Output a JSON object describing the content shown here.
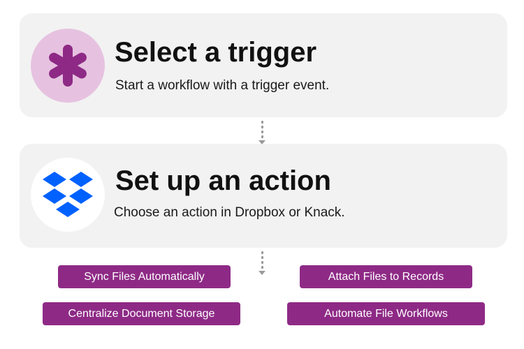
{
  "trigger_card": {
    "title": "Select a trigger",
    "subtitle": "Start a workflow with a trigger event.",
    "icon": "knack-asterisk-icon"
  },
  "action_card": {
    "title": "Set up an action",
    "subtitle": "Choose an action in Dropbox or Knack.",
    "icon": "dropbox-icon"
  },
  "tags": [
    "Sync Files Automatically",
    "Attach Files to Records",
    "Centralize Document Storage",
    "Automate File Workflows"
  ],
  "colors": {
    "card_bg": "#f2f2f2",
    "tag_bg": "#8e2a86",
    "knack_purple": "#8e2a86",
    "knack_circle_bg": "#e6c2e0",
    "dropbox_blue": "#0061fe"
  }
}
